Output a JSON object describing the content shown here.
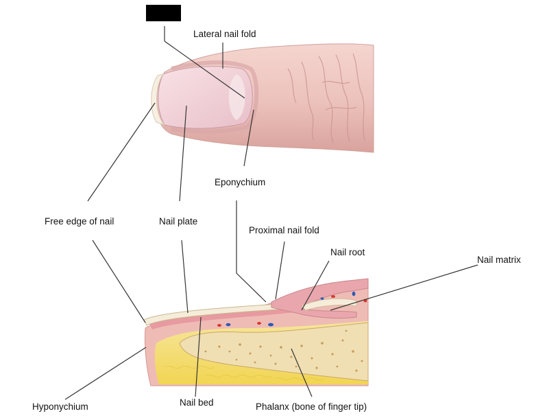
{
  "labels": {
    "lateral_nail_fold": "Lateral nail fold",
    "eponychium": "Eponychium",
    "free_edge": "Free edge of nail",
    "nail_plate": "Nail plate",
    "proximal_nail_fold": "Proximal nail fold",
    "nail_root": "Nail root",
    "nail_matrix": "Nail matrix",
    "hyponychium": "Hyponychium",
    "nail_bed": "Nail bed",
    "phalanx": "Phalanx (bone of finger tip)"
  },
  "colors": {
    "skin": "#f1c9c4",
    "skin_shade": "#d9a5a0",
    "nail": "#f3d6dc",
    "nail_edge": "#f7f1e6",
    "bone": "#f1e2b8",
    "marrow": "#d6b07a",
    "fat": "#f7e06a",
    "vessel_red": "#d43a2f",
    "vessel_blue": "#2f58b8",
    "leader": "#333333"
  }
}
